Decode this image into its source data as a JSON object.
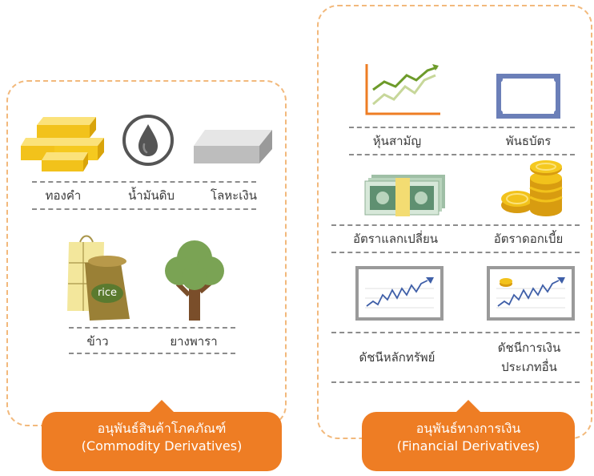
{
  "commodity": {
    "items": [
      "ทองคำ",
      "น้ำมันดิบ",
      "โลหะเงิน",
      "ข้าว",
      "ยางพารา"
    ],
    "rice_bag_text": "rice",
    "caption_th": "อนุพันธ์สินค้าโภคภัณฑ์",
    "caption_en": "(Commodity Derivatives)"
  },
  "financial": {
    "items": [
      "หุ้นสามัญ",
      "พันธบัตร",
      "อัตราแลกเปลี่ยน",
      "อัตราดอกเบี้ย",
      "ดัชนีหลักทรัพย์"
    ],
    "other_index_line1": "ดัชนีการเงิน",
    "other_index_line2": "ประเภทอื่น",
    "caption_th": "อนุพันธ์ทางการเงิน",
    "caption_en": "(Financial Derivatives)"
  },
  "colors": {
    "accent": "#ee7d24",
    "panel_border": "#f2b97c",
    "gold": "#f2c21b",
    "tree": "#7aa354"
  }
}
